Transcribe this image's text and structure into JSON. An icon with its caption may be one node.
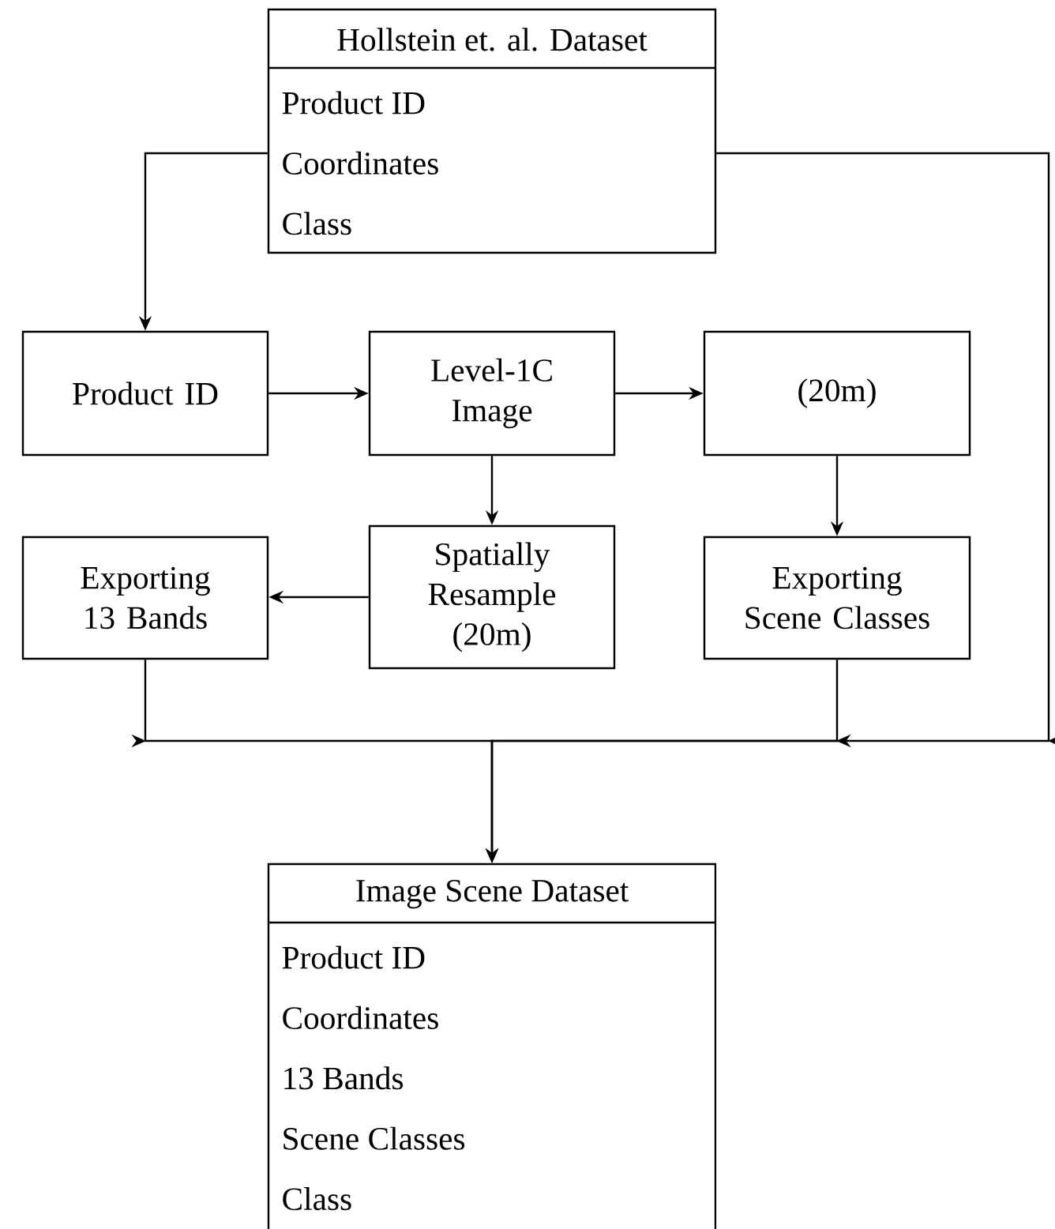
{
  "diagram": {
    "nodes": [
      {
        "text": [
          "Hollstein et. al. Dataset",
          "Product ID",
          "Coordinates",
          "Class"
        ]
      },
      {
        "text": [
          "Product ID"
        ]
      },
      {
        "text": [
          "Level-1C Image"
        ]
      },
      {
        "text": [
          "(20m)"
        ]
      },
      {
        "text": [
          "Spatially Resample (20m)"
        ]
      },
      {
        "text": [
          "Exporting 13 Bands"
        ]
      },
      {
        "text": [
          "Exporting Scene Classes"
        ]
      },
      {
        "text": [
          "Image Scene Dataset",
          "Product ID",
          "Coordinates",
          "13 Bands",
          "Scene Classes",
          "Class"
        ]
      }
    ],
    "edges": [
      {
        "from": 0,
        "to": 1,
        "arrow": "to"
      },
      {
        "from": 1,
        "to": 2,
        "arrow": "to"
      },
      {
        "from": 2,
        "to": 3,
        "arrow": "to"
      },
      {
        "from": 2,
        "to": 4,
        "arrow": "to"
      },
      {
        "from": 4,
        "to": 5,
        "arrow": "to"
      },
      {
        "from": 3,
        "to": 6,
        "arrow": "to"
      },
      {
        "from": 5,
        "to": 7,
        "arrow": "to"
      },
      {
        "from": 6,
        "to": 7,
        "arrow": "to"
      },
      {
        "from": 0,
        "to": 7,
        "arrow": "to"
      }
    ]
  }
}
